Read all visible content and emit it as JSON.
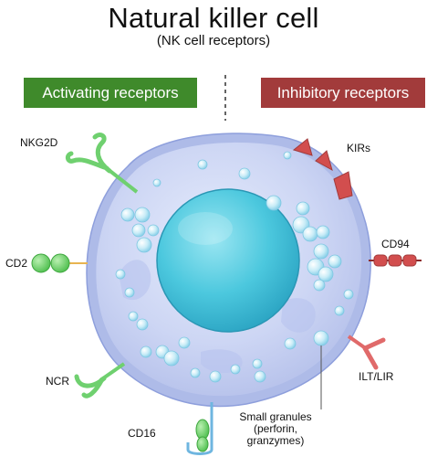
{
  "title": "Natural killer cell",
  "subtitle": "(NK cell receptors)",
  "groups": {
    "activating": "Activating receptors",
    "inhibitory": "Inhibitory receptors"
  },
  "receptors": {
    "nkg2d": "NKG2D",
    "cd2": "CD2",
    "ncr": "NCR",
    "cd16": "CD16",
    "kirs": "KIRs",
    "cd94": "CD94",
    "ilt_lir": "ILT/LIR"
  },
  "granules": {
    "line1": "Small granules",
    "line2": "(perforin,",
    "line3": "granzymes)"
  },
  "colors": {
    "activating": "#3f8a2b",
    "inhibitory": "#a23b3b",
    "receptor_green": "#6fd06f",
    "receptor_red": "#d24e4e",
    "cytoplasm": "#cfd8f6",
    "nucleus": "#46c6dd",
    "granule": "#bfe8f5"
  }
}
